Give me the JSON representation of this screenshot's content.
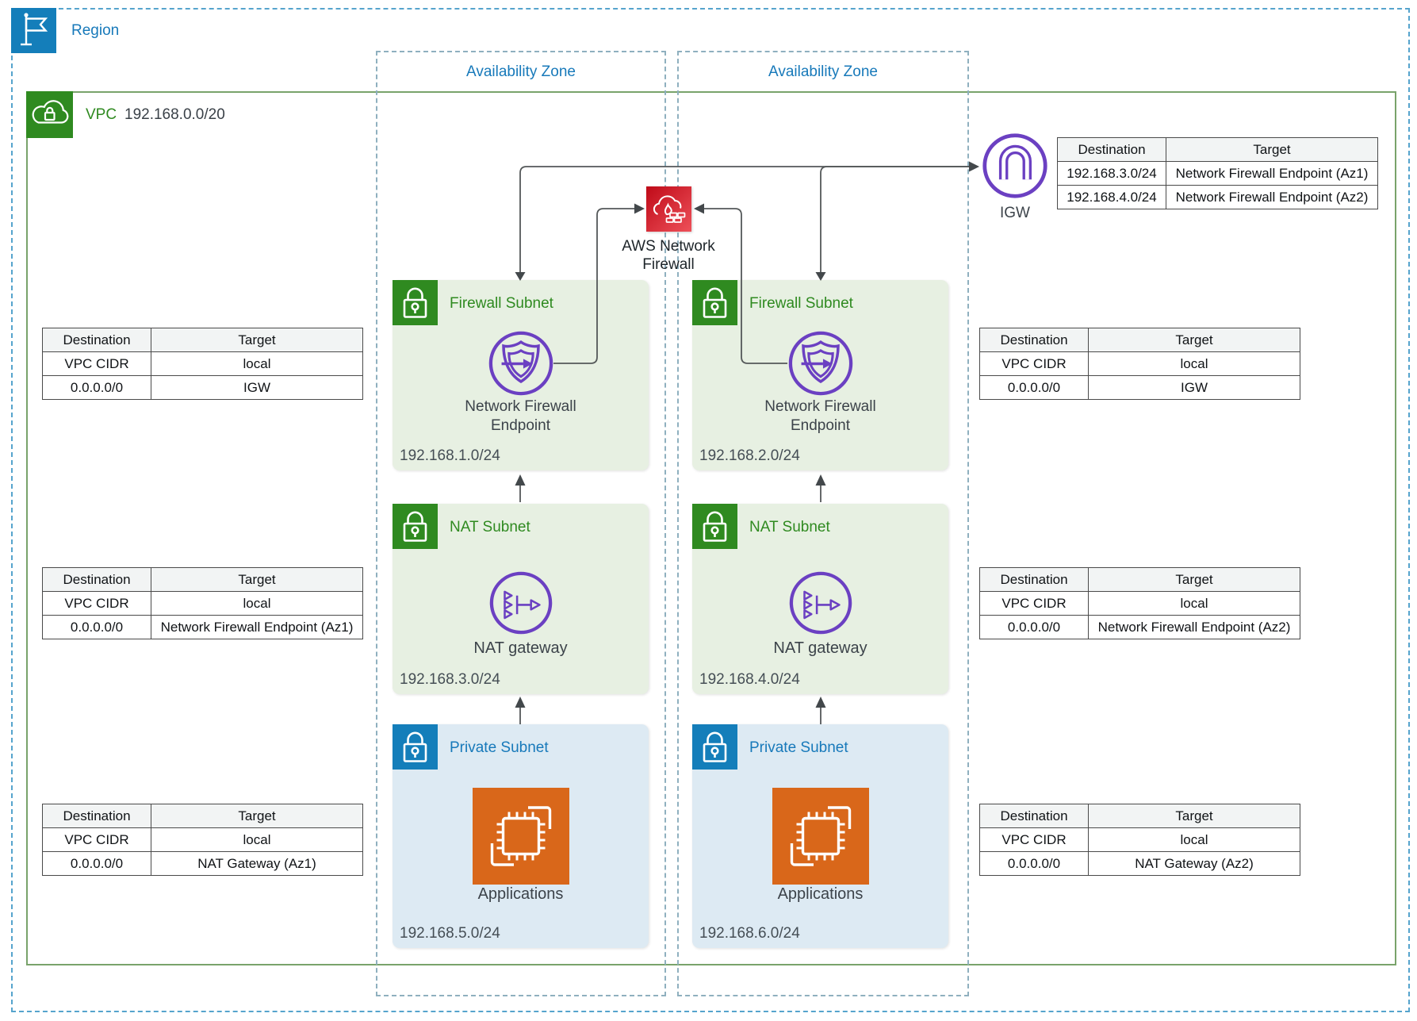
{
  "region": {
    "label": "Region"
  },
  "vpc": {
    "label": "VPC",
    "cidr": "192.168.0.0/20"
  },
  "azs": [
    {
      "label": "Availability Zone",
      "subnets": [
        {
          "label": "Firewall Subnet",
          "cidr": "192.168.1.0/24",
          "node_lines": [
            "Network Firewall",
            "Endpoint"
          ]
        },
        {
          "label": "NAT Subnet",
          "cidr": "192.168.3.0/24",
          "node": "NAT gateway"
        },
        {
          "label": "Private Subnet",
          "cidr": "192.168.5.0/24",
          "node": "Applications"
        }
      ]
    },
    {
      "label": "Availability Zone",
      "subnets": [
        {
          "label": "Firewall Subnet",
          "cidr": "192.168.2.0/24",
          "node_lines": [
            "Network Firewall",
            "Endpoint"
          ]
        },
        {
          "label": "NAT Subnet",
          "cidr": "192.168.4.0/24",
          "node": "NAT gateway"
        },
        {
          "label": "Private Subnet",
          "cidr": "192.168.6.0/24",
          "node": "Applications"
        }
      ]
    }
  ],
  "firewall": {
    "lines": [
      "AWS Network",
      "Firewall"
    ]
  },
  "igw": {
    "label": "IGW",
    "table": {
      "headers": [
        "Destination",
        "Target"
      ],
      "rows": [
        [
          "192.168.3.0/24",
          "Network Firewall Endpoint (Az1)"
        ],
        [
          "192.168.4.0/24",
          "Network Firewall Endpoint (Az2)"
        ]
      ]
    }
  },
  "route_tables": {
    "left": [
      {
        "headers": [
          "Destination",
          "Target"
        ],
        "rows": [
          [
            "VPC CIDR",
            "local"
          ],
          [
            "0.0.0.0/0",
            "IGW"
          ]
        ]
      },
      {
        "headers": [
          "Destination",
          "Target"
        ],
        "rows": [
          [
            "VPC CIDR",
            "local"
          ],
          [
            "0.0.0.0/0",
            "Network Firewall Endpoint (Az1)"
          ]
        ]
      },
      {
        "headers": [
          "Destination",
          "Target"
        ],
        "rows": [
          [
            "VPC CIDR",
            "local"
          ],
          [
            "0.0.0.0/0",
            "NAT Gateway (Az1)"
          ]
        ]
      }
    ],
    "right": [
      {
        "headers": [
          "Destination",
          "Target"
        ],
        "rows": [
          [
            "VPC CIDR",
            "local"
          ],
          [
            "0.0.0.0/0",
            "IGW"
          ]
        ]
      },
      {
        "headers": [
          "Destination",
          "Target"
        ],
        "rows": [
          [
            "VPC CIDR",
            "local"
          ],
          [
            "0.0.0.0/0",
            "Network Firewall Endpoint (Az2)"
          ]
        ]
      },
      {
        "headers": [
          "Destination",
          "Target"
        ],
        "rows": [
          [
            "VPC CIDR",
            "local"
          ],
          [
            "0.0.0.0/0",
            "NAT Gateway (Az2)"
          ]
        ]
      }
    ]
  },
  "colors": {
    "green": "#2f8a20",
    "green_bg": "#e7f0e2",
    "blue": "#147eba",
    "blue_text": "#1779ba",
    "blue_bg": "#ddeaf3",
    "purple": "#6b40c2",
    "orange": "#d9671a",
    "firewall_red": "#c71f2b",
    "connector": "#545859"
  }
}
